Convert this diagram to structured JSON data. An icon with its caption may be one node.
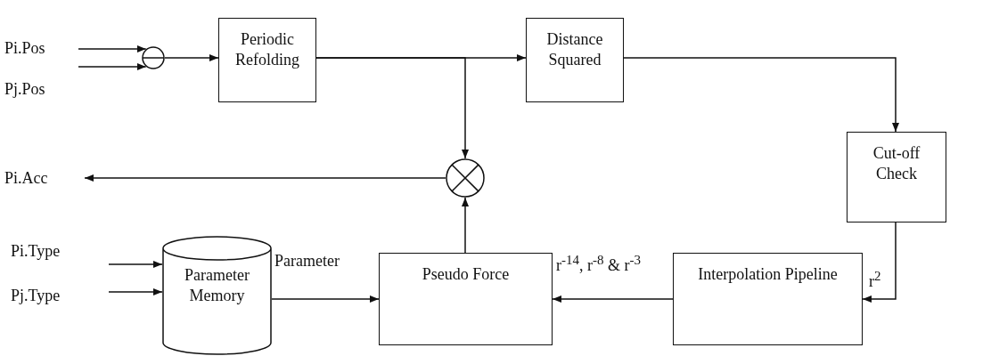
{
  "diagram": {
    "nodes": [
      {
        "text": [
          "Pi.Pos"
        ]
      },
      {
        "text": [
          "Pj.Pos"
        ]
      },
      {
        "text": [],
        "shape": "circle"
      },
      {
        "text": [
          "Periodic Refolding"
        ]
      },
      {
        "text": [
          "Distance Squared"
        ]
      },
      {
        "text": [
          "Cut-off Check"
        ]
      },
      {
        "text": [],
        "shape": "circle"
      },
      {
        "text": [
          "Pi.Acc"
        ]
      },
      {
        "text": [
          "Pi.Type"
        ]
      },
      {
        "text": [
          "Pj.Type"
        ]
      },
      {
        "text": [
          "Parameter Memory"
        ]
      },
      {
        "text": [
          "Pseudo Force"
        ]
      },
      {
        "text": [
          "Interpolation Pipeline"
        ]
      }
    ],
    "edges": [
      {
        "from": 0,
        "to": 2,
        "arrow": "to"
      },
      {
        "from": 1,
        "to": 2,
        "arrow": "to"
      },
      {
        "from": 2,
        "to": 3,
        "arrow": "to"
      },
      {
        "from": 3,
        "to": 4,
        "arrow": "to"
      },
      {
        "from": 3,
        "to": 6,
        "arrow": "to"
      },
      {
        "from": 4,
        "to": 5,
        "arrow": "to"
      },
      {
        "from": 5,
        "to": 12,
        "arrow": "to",
        "label": "r$^{2}$"
      },
      {
        "from": 12,
        "to": 11,
        "arrow": "to",
        "label": "r$^{-14}$, r$^{-8}$ & r$^{-3}$"
      },
      {
        "from": 10,
        "to": 11,
        "arrow": "to",
        "label": "Parameter"
      },
      {
        "from": 11,
        "to": 6,
        "arrow": "to"
      },
      {
        "from": 6,
        "to": 7,
        "arrow": "to"
      },
      {
        "from": 8,
        "to": 10,
        "arrow": "to"
      },
      {
        "from": 9,
        "to": 10,
        "arrow": "to"
      }
    ]
  }
}
